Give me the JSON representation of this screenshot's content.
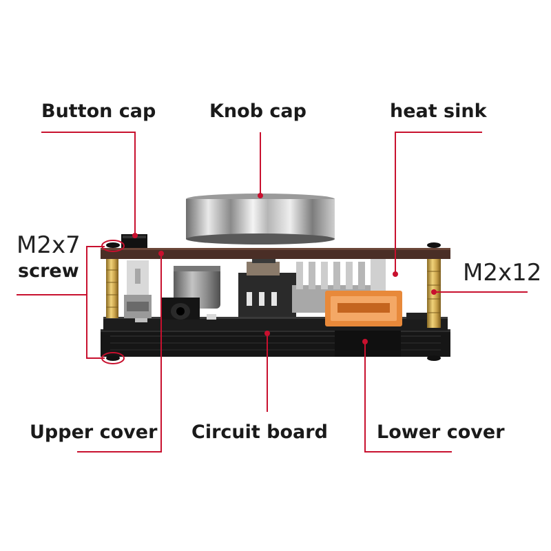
{
  "labels": {
    "button_cap": "Button cap",
    "knob_cap": "Knob cap",
    "heat_sink": "heat sink",
    "m2x7": "M2x7",
    "screw": "screw",
    "m2x12": "M2x12",
    "upper_cover": "Upper cover",
    "circuit_board": "Circuit board",
    "lower_cover": "Lower cover"
  },
  "colors": {
    "leader_line": "#c8102e",
    "upper_cover": "#4a2e26",
    "lower_cover": "#161616",
    "pcb": "#1c1c1c",
    "brass": "#c9a24a",
    "usb_orange": "#e8893a",
    "heatsink": "#b8b8b8"
  }
}
